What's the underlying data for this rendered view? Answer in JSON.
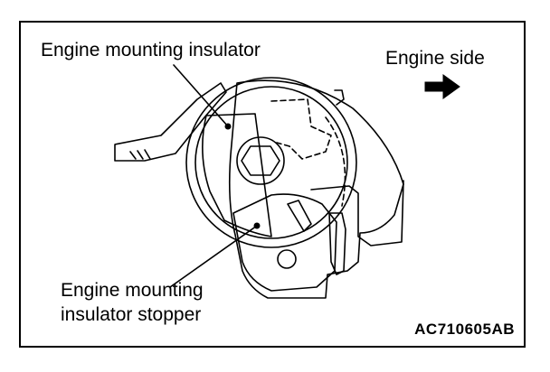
{
  "labels": {
    "insulator": "Engine mounting insulator",
    "engine_side": "Engine side",
    "stopper_line1": "Engine mounting",
    "stopper_line2": "insulator stopper"
  },
  "figure_code": "AC710605AB",
  "icons": {
    "direction_arrow": "right-arrow-icon"
  },
  "colors": {
    "ink": "#000000",
    "paper": "#ffffff"
  }
}
